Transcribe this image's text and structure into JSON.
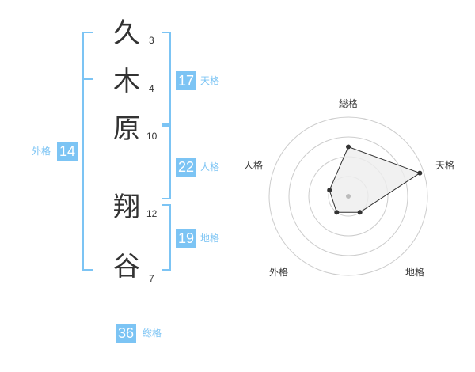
{
  "name": {
    "characters": [
      {
        "char": "久",
        "strokes": "3"
      },
      {
        "char": "木",
        "strokes": "4"
      },
      {
        "char": "原",
        "strokes": "10"
      },
      {
        "char": "翔",
        "strokes": "12"
      },
      {
        "char": "谷",
        "strokes": "7"
      }
    ]
  },
  "fortunes": {
    "tenkaku": {
      "label": "天格",
      "value": "17"
    },
    "jinkaku": {
      "label": "人格",
      "value": "22"
    },
    "chikaku": {
      "label": "地格",
      "value": "19"
    },
    "gaikaku": {
      "label": "外格",
      "value": "14"
    },
    "soukaku": {
      "label": "総格",
      "value": "36"
    }
  },
  "colors": {
    "accent": "#7cc4f4",
    "text": "#333333",
    "ring": "#cccccc",
    "fill": "#eeeeee"
  },
  "chart_data": {
    "type": "radar",
    "axes": [
      "総格",
      "天格",
      "地格",
      "外格",
      "人格"
    ],
    "rings": 4,
    "max": 4,
    "values": [
      2.5,
      3.8,
      1.0,
      1.0,
      1.0
    ]
  }
}
